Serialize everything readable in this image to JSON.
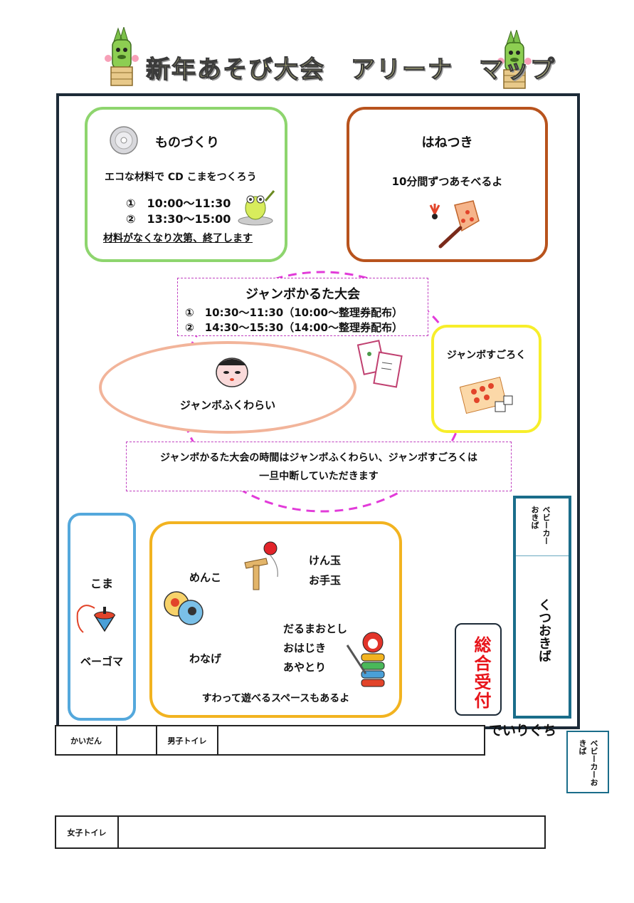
{
  "title": "新年あそび大会　アリーナ　マップ",
  "monozukuri": {
    "heading": "ものづくり",
    "description": "エコな材料で CD こまをつくろう",
    "session1": "①　10:00～11:30",
    "session2": "②　13:30～15:00",
    "note": "材料がなくなり次第、終了します"
  },
  "hanetsuki": {
    "heading": "はねつき",
    "description": "10分間ずつあそべるよ"
  },
  "karuta": {
    "heading": "ジャンボかるた大会",
    "session1": "①　10:30～11:30（10:00～整理券配布）",
    "session2": "②　14:30～15:30（14:00～整理券配布）"
  },
  "fukuwarai": {
    "label": "ジャンボふくわらい"
  },
  "sugoroku": {
    "label": "ジャンボすごろく"
  },
  "notice": {
    "line1": "ジャンボかるた大会の時間はジャンボふくわらい、ジャンボすごろくは",
    "line2": "一旦中断していただきます"
  },
  "koma": {
    "label1": "こま",
    "label2": "ベーゴマ"
  },
  "games": {
    "menko": "めんこ",
    "kendama": "けん玉",
    "otedama": "お手玉",
    "daruma": "だるまおとし",
    "ohajiki": "おはじき",
    "ayatori": "あやとり",
    "wanage": "わなげ",
    "note": "すわって遊べるスペースもあるよ"
  },
  "reception": "総合受付",
  "stroller": "ベビーカーおきば",
  "shoes": "くつおきば",
  "entrance": "でいりぐち",
  "stairs": "かいだん",
  "mens_toilet": "男子トイレ",
  "womens_toilet": "女子トイレ",
  "colors": {
    "green": "#8ed56e",
    "brown": "#b8531d",
    "peach": "#f2b49a",
    "yellow": "#f7ee2a",
    "blue": "#54a8dc",
    "orange": "#f2b320",
    "magenta": "#e23bd9",
    "navy": "#1d2b38",
    "red": "#e8141a"
  }
}
